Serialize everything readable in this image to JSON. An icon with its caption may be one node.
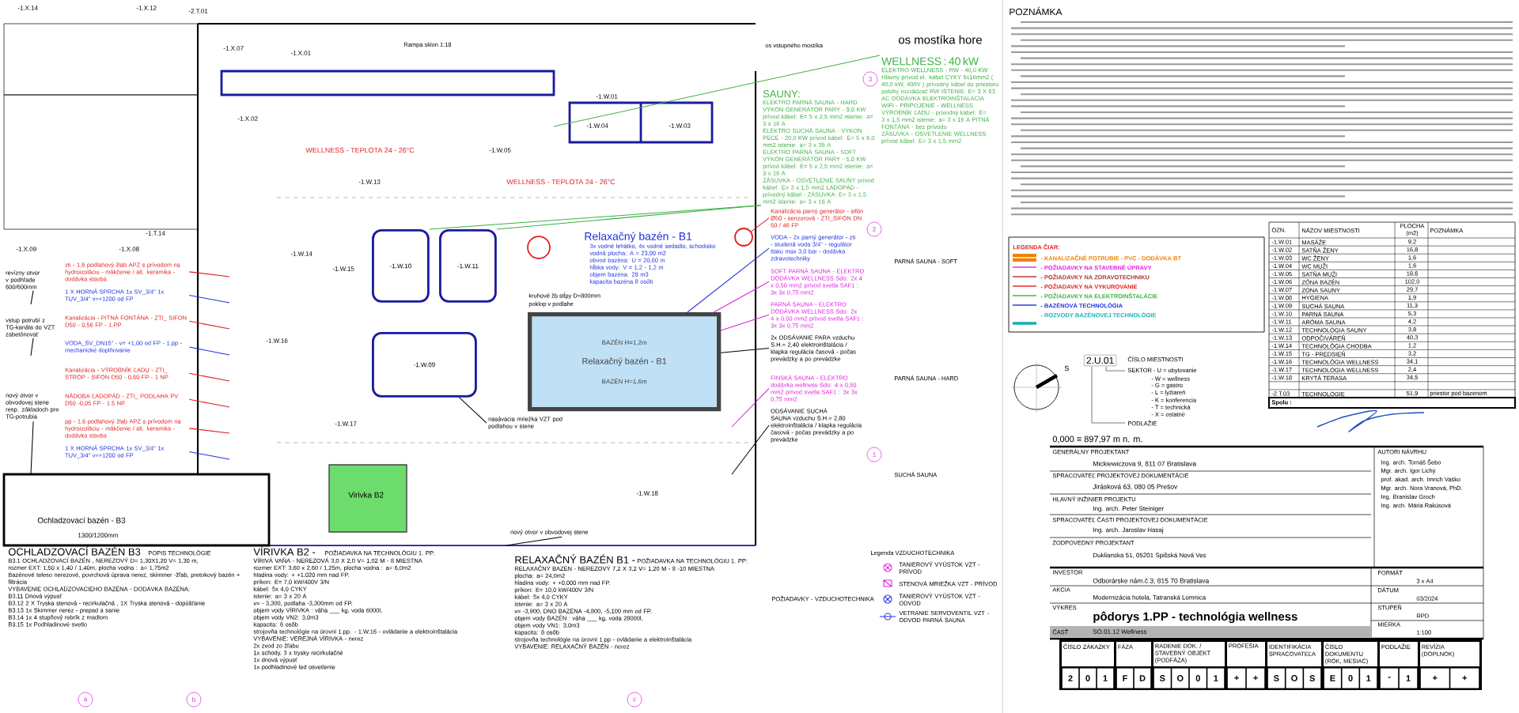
{
  "diagram": {
    "nodes": [
      {
        "text": [
          "SAUNY:",
          "ELEKTRO PARNÁ SAUNA - HARD VÝKON GENERÁTOR PARY - 9,0 KW prívod kábel: E= 5 x 2,5 mm2 istenie: a= 3 x 16 A",
          "ELEKTRO SUCHÁ SAUNA - VÝKON PECE - 20,0 KW prívod kábel: E= 5 x 6,0 mm2 istenie: a= 3 x 35 A",
          "ELEKTRO PARNÁ SAUNA - SOFT VÝKON GENERÁTOR PARY - 5,0 KW prívod kábel: E= 5 x 2,5 mm2 istenie: a= 3 x 16 A",
          "ZÁSUVKA - OSVETLENIE SAUNY prívod kábel: E= 3 x 1,5 mm2 LADOPÁD - prívodný kábel - ZÁSUVKA: E= 3 x 1,5 mm2 istenie: a= 3 x 16 A"
        ]
      },
      {
        "text": [
          "WELLNESS : 40 kW",
          "ELEKTRO WELLNESS - RW - 40,0 KW Hlavný prívod el. kábel CYKY 5x16mm2 ( 40,0 kW, 400V ) prívodný kábel do priestoru polohy rozvádzač RW ISTENIE: E= 3 X 63 AC DODÁVKA ELEKTROINŠTALACIA",
          "WIFI - PRIPOJENIE - WELLNESS",
          "VÝROBNÍK ĽADU - prívodný kábel: E= 3 x 1,5 mm2 istenie: a= 3 x 16 A PITNÁ FONTÁNA - bez prívodu",
          "ZÁSUVKA - OSVETLENIE WELLNESS prívod kábel: E= 3 x 1,5 mm2"
        ]
      },
      {
        "text": [
          "Kanalizácia parný generátor - sifón Ø50 - senzorová - ZTI_SIFON DN 50 / 46 FP"
        ]
      },
      {
        "text": [
          "VODA - 2x parný generátor - zti - studená voda 3/4\" - regulátor tlaku max 3,0 bar - dodávka zdravotechniky"
        ]
      },
      {
        "text": [
          "SOFT PARNÁ SAUNA - ELEKTRO DODÁVKA WELLNESS Sdo: 2x 4 x 0,50 mm2 prívod svetla SAF1 : 3x 3x 0,75 mm2"
        ]
      },
      {
        "text": [
          "PARNÁ SAUNA - ELEKTRO DODÁVKA WELLNESS Sdo: 2x 4 x 0,50 mm2 prívod svetla SAF1 : 3x 3x 0,75 mm2"
        ]
      },
      {
        "text": [
          "2x ODSÁVANIE PARA vzduchu S.H.= 2,40 elektroinštalácia / klapka regulácia časová - počas prevádzky a po prevádzke"
        ]
      },
      {
        "text": [
          "FINSKÁ SAUNA - ELEKTRO dodávka wellness Sdo: 4 x 0,50 mm2 prívod svetla SAF1 : 3x 3x 0,75 mm2"
        ]
      },
      {
        "text": [
          "ODSÁVANIE SUCHÁ SAUNA vzduchu S.H.= 2,80 elektroinštalácia / klapka regulácia časová - počas prevádzky a po prevádzke"
        ]
      },
      {
        "text": [
          "zti - 1,6 podlahový žlab APZ s prívodom na hydroizoláciu - mäkčenie / alt. keramika - dodávka stavba"
        ]
      },
      {
        "text": [
          "1 X HORNÁ SPRCHA 1x SV_3/4\" 1x TUV_3/4\" v=+1200 od FP"
        ]
      },
      {
        "text": [
          "Kanalizácia - PITNÁ FONTÁNA - ZTI_ SIFON D50 - 0,56 FP - 1.PP"
        ]
      },
      {
        "text": [
          "VODA_SV_DN15\" - v= +1,00 od FP - 1.pp - mechanické doplňovanie"
        ]
      },
      {
        "text": [
          "Kanalizácia - VÝROBNÍK ĽADU - ZTI_ STROP - SIFON D50 - 0,60 FP - 1 NP"
        ]
      },
      {
        "text": [
          "NÁDOBA ĽADOPÁD - ZTI_ PODLAHA PV D50 -0,05 FP - 1.5 NP"
        ]
      },
      {
        "text": [
          "pp - 1,6 podlahový žlab APZ s prívodom na hydroizoláciu - mäkčenie / alt. keramika - dodávka stavba"
        ]
      },
      {
        "text": [
          "1 X HORNÁ SPRCHA 1x SV_3/4\" 1x TUV_3/4\" v=+1200 od FP"
        ]
      },
      {
        "text": [
          "revízny otvor v podhľade 600/600mm"
        ]
      },
      {
        "text": [
          "vstup potrubí z TG-kanála do VZT zabetónovať"
        ]
      },
      {
        "text": [
          "nový otvor v obvodovej stene resp. základoch pre TG-potrubia"
        ]
      },
      {
        "text": [
          "nasávacia mriežka VZT pod podlahou v stene"
        ]
      },
      {
        "text": [
          "nový otvor v obvodovej stene"
        ]
      },
      {
        "text": [
          "-1.W.10"
        ]
      },
      {
        "text": [
          "-1.W.11"
        ]
      },
      {
        "text": [
          "-1.W.09"
        ]
      },
      {
        "text": [
          "BAZÉN H=1,2m",
          "Relaxačný bazén - B1",
          "BAZÉN H=1,6m"
        ]
      },
      {
        "text": [],
        "shape": "circle"
      },
      {
        "text": [],
        "shape": "circle"
      }
    ],
    "edges": [
      {
        "from": 0,
        "to": 22,
        "arrow": "none",
        "color": "#3cb043"
      },
      {
        "from": 0,
        "to": 23,
        "arrow": "none",
        "color": "#3cb043"
      },
      {
        "from": 1,
        "to": null,
        "arrow": "none",
        "color": "#3cb043"
      },
      {
        "from": 2,
        "to": 27,
        "arrow": "none",
        "color": "#e02020"
      },
      {
        "from": 3,
        "to": 25,
        "arrow": "none",
        "color": "#2030e0"
      },
      {
        "from": 4,
        "to": 25,
        "arrow": "none",
        "color": "#e020e0"
      },
      {
        "from": 5,
        "to": 25,
        "arrow": "none",
        "color": "#e020e0"
      },
      {
        "from": 6,
        "to": 25,
        "arrow": "none"
      },
      {
        "from": 7,
        "to": null,
        "arrow": "none",
        "color": "#e020e0"
      },
      {
        "from": 8,
        "to": null,
        "arrow": "none"
      },
      {
        "from": 9,
        "to": null,
        "arrow": "none",
        "color": "#e02020"
      },
      {
        "from": 10,
        "to": null,
        "arrow": "none",
        "color": "#2030e0"
      },
      {
        "from": 11,
        "to": null,
        "arrow": "none",
        "color": "#e02020"
      },
      {
        "from": 12,
        "to": null,
        "arrow": "none",
        "color": "#2030e0"
      },
      {
        "from": 13,
        "to": null,
        "arrow": "none",
        "color": "#e02020"
      },
      {
        "from": 14,
        "to": null,
        "arrow": "none",
        "color": "#e02020"
      },
      {
        "from": 15,
        "to": null,
        "arrow": "none",
        "color": "#e02020"
      },
      {
        "from": 16,
        "to": null,
        "arrow": "none",
        "color": "#2030e0"
      },
      {
        "from": 17,
        "to": null,
        "arrow": "none"
      },
      {
        "from": 18,
        "to": null,
        "arrow": "none"
      },
      {
        "from": 19,
        "to": null,
        "arrow": "none"
      },
      {
        "from": 20,
        "to": 24,
        "arrow": "none"
      },
      {
        "from": 21,
        "to": null,
        "arrow": "none"
      }
    ],
    "labels": [
      "-1.X.14",
      "-1.X.12",
      "-2.T.01",
      "-1.X.07",
      "-1.X.01",
      "Rampa sklon 1:18",
      "os vstupného mostíka",
      "os mostíka hore",
      "3",
      "-1.W.01",
      "-1.X.02",
      "-1.W.04",
      "-1.W.03",
      "WELLNESS - TEPLOTA 24 - 26°C",
      "-1.W.05",
      "-1.W.13",
      "WELLNESS - TEPLOTA 24 - 26°C",
      "-1.T.14",
      "Relaxačný bazén - B1",
      "2",
      "-1.X.09",
      "-1.X.08",
      "3x vodné lehátko, 4x vodné sedadlo, schodisko",
      "vodná plocha: A = 23,00 m2",
      "obvod bazéna: U = 20,60 m",
      "hĺbka vody: V = 1,2 - 1,2 m",
      "objem bazéna: 28 m3",
      "kapacita bazéna 8 osôb",
      "-1.W.14",
      "PARNÁ SAUNA - SOFT",
      "-1.W.15",
      "kruhové žb stĺpy D=800mm",
      "poklop v podlahe",
      "-1.W.16",
      "PARNÁ SAUNA - HARD",
      "-1.W.17",
      "1",
      "SUCHÁ SAUNA",
      "Virivka B2",
      "-1.W.18",
      "Ochladzovací bazén - B3",
      "1300/1200mm",
      "OCHLADZOVACÍ BAZÉN  B3",
      "POPIS TECHNOLÓGIE",
      "B3.1 OCHLADZOVACÍ BAZÉN , NEREZOVÝ D= 1,30X1,20 V= 1,30 m,",
      "rozmer EXT: 1,50 x 1,40 / 1,40m, plocha vodna : a= 1,75m2",
      "Bazénové teleso nerezové, povrchová úprava nerez, skimmer -žľab, pretokový bazén + filtrácia",
      "VYBAVENIE OCHLADZOVACIEHO BAZÉNA - DODÁVKA BAZÉNA:",
      "B3.11 Dnová výpusť",
      "B3.12 2 X Tryska stenová - recirkulačná , 1X Tryska stenová - dopúšťanie",
      "B3.13 1x Skimmer nerez - prepad a sanie",
      "B3.14 1x 4 stupňový rebrík z madlom",
      "B3.15 1x Podhladinové svetlo",
      "VÍRIVKA B2 -",
      "POŽIADAVKA NA TECHNOLÓGIU 1. PP:",
      "VÍRIVÁ VAŇA - NEREZOVÁ 3,0 X 2,0 V= 1,02 M - 8 MIESTNA",
      "rozmer EXT: 3,60 x 2,60 / 1,25m, plocha vodna : a= 6,0m2",
      "hladina vody: + +1,020 mm nad FP.",
      "príkon: E= 7,0 kW/400V 3/N",
      "kábel: 5x 4,0 CYKY",
      "istenie: a= 3 x 20 A",
      "v= - 3,300, podlaha -3,300mm od FP.",
      "objem vody VÍRIVKA : váha ___ kg, voda 6000l,",
      "objem vody VN2: 3,0m3",
      "kapacita: 6 osôb",
      "strojovňa technológie na úrovni 1.pp. - 1.W.16 - ovládanie a elektroinštalácia",
      "VYBAVENIE: VEREJNÁ VÍRIVKA - nerez",
      "2x zvod zo žľabu",
      "1x schody, 3 x trysky recirkulačné",
      "1x dnová výpusť",
      "1x podhladinové led osvetlenie",
      "RELAXAČNÝ BAZÉN B1 -",
      "POŽIADAVKA NA TECHNOLÓGIU 1. PP:",
      "RELAXAČNÝ BAZÉN - NEREZOVÝ 7,2 X 3,2 V= 1,20 M - 8 -10 MIESTNA",
      "plocha: a= 24,0m2",
      "hladina vody: + +0,000 mm nad FP.",
      "príkon: E= 10,0 kW/400V 3/N",
      "kábel: 5x 4,0 CYKY",
      "istenie: a= 3 x 20 A",
      "v= -3,900, DNO BAZÉNA -4,800, -5,100 mm od FP.",
      "objem vody BAZÉN : váha ___ kg, voda 28000l,",
      "objem vody VN1: 3,0m3",
      "kapacita: 8 osôb",
      "strojovňa technológie na úrovni 1.pp - ovládanie a elektroinštalácia",
      "VYBAVENIE: RELAXAČNÝ BAZÉN - nerez",
      "POŽIADAVKY - VZDUCHOTECHNIKA",
      "Legenda VZDUCHOTECHNIKA",
      "a",
      "b",
      "c",
      "POZNÁMKA",
      "OZN.",
      "NÁZOV MIESTNOSTI",
      "PLOCHA (m2)",
      "POZNÁMKA",
      "LEGENDA ČIAR:",
      "-1.W.01",
      "MASÁŽE",
      "9,2",
      "-1.W.02",
      "SATŇA ŽENY",
      "16,8",
      "-1.W.03",
      "WC ŽENY",
      "1,6",
      "-1.W.04",
      "WC MUŽI",
      "1,6",
      "-1.W.05",
      "SATŇA MUŽI",
      "18,6",
      "-1.W.06",
      "ZÓNA BAZÉN",
      "102,0",
      "-1.W.07",
      "ZÓNA SAUNY",
      "29,7",
      "-1.W.08",
      "HYGIENA",
      "1,9",
      "-1.W.09",
      "SUCHÁ SAUNA",
      "11,3",
      "-1.W.10",
      "PARNÁ SAUNA",
      "5,3",
      "-1.W.11",
      "ARÓMA SAUNA",
      "4,2",
      "-1.W.12",
      "TECHNOLÓGIA SAUNY",
      "3,8",
      "-1.W.13",
      "ODPOČIVÁREŇ",
      "40,3",
      "-1.W.14",
      "TECHNOLÓGIA CHODBA",
      "1,2",
      "-1.W.15",
      "TG - PREDSIEŇ",
      "3,2",
      "-1.W.16",
      "TECHNOLÓGIA WELLNESS",
      "34,1",
      "-1.W.17",
      "TECHNOLÓGIA WELLNESS",
      "2,4",
      "-1.W.18",
      "KRYTÁ TERASA",
      "34,5",
      "-2.T.03",
      "TECHNOLÓGIE",
      "51,9",
      "priestor pod bazenom",
      "Spolu :",
      "2.U.01",
      "ČÍSLO MIESTNOSTI",
      "SEKTOR - U = ubytovanie",
      "- W = wellness",
      "- G = gastro",
      "- L = lyžiareň",
      "- K = konferencia",
      "- T = technická",
      "- X = ostatné",
      "PODLAŽIE",
      "S",
      "0,000 ≡ 897,97 m n. m.",
      "GENERÁLNY PROJEKTANT",
      "Mickiewiczova 9, 811 07 Bratislava",
      "SPRACOVATEĽ PROJEKTOVEJ DOKUMENTÁCIE",
      "Jirásková 63, 080 05 Prešov",
      "HLAVNÝ INŽINIER PROJEKTU",
      "Ing. arch. Peter Steiniger",
      "SPRACOVATEĽ ČASTI PROJEKTOVEJ DOKUMENTÁCIE",
      "Ing. arch. Jaroslav Hasaj",
      "ZODPOVEDNÝ PROJEKTANT",
      "Duklianska 51, 05201 Spišská Nová Ves",
      "INVESTOR",
      "Odborárske nám.č.3, 815 70 Bratislava",
      "AKCIA",
      "Modernizácia hotela, Tatranská Lomnica",
      "VÝKRES",
      "pôdorys 1.PP - technológia wellness",
      "ČASŤ",
      "SO.01.12 Wellness",
      "AUTORI NÁVRHU",
      "Ing. arch. Tomáš Šebo",
      "Mgr. arch. Igor Lichý",
      "prof. akad. arch. Imrich Vaško",
      "Mgr. arch. Nora Vranová, PhD.",
      "Ing. Branislav Groch",
      "Ing. arch. Mária Rakúsová",
      "FORMÁT",
      "3 x A4",
      "DÁTUM",
      "03/2024",
      "STUPEŇ",
      "RPD",
      "MIERKA",
      "1:100",
      "ČÍSLO ZÁKAZKY",
      "FÁZA",
      "RADENIE DOK. / STAVEBNÝ OBJEKT (PODFÁZA)",
      "PROFESIA",
      "IDENTIFIKÁCIA SPRACOVATEĽA",
      "ČÍSLO DOKUMENTU (ROK, MESIAC)",
      "PODLAŽIE",
      "REVÍZIA (DOPLNOK)",
      "2",
      "0",
      "1",
      "F",
      "D",
      "S",
      "O",
      "0",
      "1",
      "+",
      "+",
      "S",
      "O",
      "S",
      "E",
      "0",
      "1",
      "-",
      "1",
      "+",
      "+"
    ],
    "legend": [
      {
        "text": "- KANALIZAČNÉ POTRUBIE - PVC - DODÁVKA BT"
      },
      {
        "text": "- POŽIADAVKY NA STAVEBNÉ ÚPRAVY"
      },
      {
        "text": "- POŽIADAVKY NA ZDRAVOTECHNIKU"
      },
      {
        "text": "- POŽIADAVKY NA VYKUROVANIE"
      },
      {
        "text": "- POŽIADAVKY NA ELEKTROINŠTALÁCIE"
      },
      {
        "text": "- BAZÉNOVÁ TECHNOLÓGIA"
      },
      {
        "text": "- ROZVODY BAZÉNOVEJ TECHNOLÓGIE"
      },
      {
        "text": "TANIEROVÝ VYÚSTOK VZT - PRÍVOD"
      },
      {
        "text": "STENOVÁ MRIEŽKA VZT - PRÍVOD"
      },
      {
        "text": "TANIEROVÝ VYÚSTOK VZT - ODVOD"
      },
      {
        "text": "VETRANIE SERVOVENTIL VZT - ODVOD PARNÁ SAUNA"
      }
    ]
  }
}
